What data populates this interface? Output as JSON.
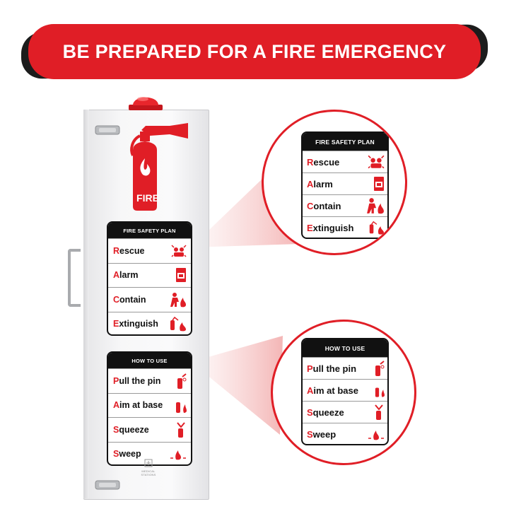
{
  "banner": {
    "text": "BE PREPARED FOR A FIRE EMERGENCY"
  },
  "cabinet": {
    "logo_label": "FIRE",
    "brand": "MEDICAL STATIONS"
  },
  "fire_safety_plan": {
    "title": "FIRE SAFETY PLAN",
    "items": [
      {
        "first": "R",
        "rest": "escue",
        "icon": "rescue-icon"
      },
      {
        "first": "A",
        "rest": "larm",
        "icon": "fire-alarm-icon"
      },
      {
        "first": "C",
        "rest": "ontain",
        "icon": "contain-icon"
      },
      {
        "first": "E",
        "rest": "xtinguish",
        "icon": "extinguish-icon"
      }
    ]
  },
  "how_to_use": {
    "title": "HOW TO USE",
    "items": [
      {
        "first": "P",
        "rest": "ull the pin",
        "icon": "pull-pin-icon"
      },
      {
        "first": "A",
        "rest": "im at base",
        "icon": "aim-icon"
      },
      {
        "first": "S",
        "rest": "queeze",
        "icon": "squeeze-icon"
      },
      {
        "first": "S",
        "rest": "weep",
        "icon": "sweep-icon"
      }
    ]
  },
  "colors": {
    "accent": "#e01e26",
    "dark": "#111111",
    "banner_shadow": "#1c1c1c"
  }
}
